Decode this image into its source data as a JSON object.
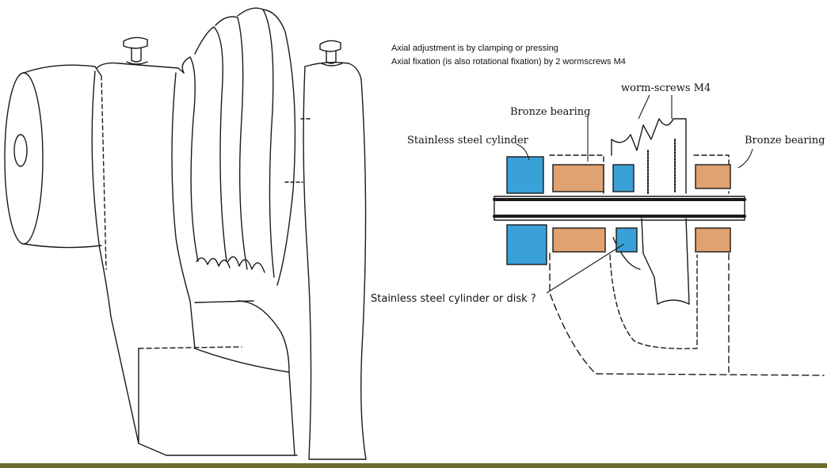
{
  "notes": {
    "line1": "Axial adjustment is by clamping or pressing",
    "line2": "Axial fixation (is also rotational fixation) by 2 wormscrews M4"
  },
  "labels": {
    "worm_screws": "worm-screws M4",
    "bronze_bearing_left": "Bronze bearing",
    "bronze_bearing_right": "Bronze bearing",
    "steel_cylinder": "Stainless steel cylinder",
    "steel_cylinder_or_disk": "Stainless steel cylinder or disk ?"
  },
  "colors": {
    "bronze": "#e0a271",
    "steel_blue": "#3aa1d8",
    "ink": "#1a1a1a",
    "ground_strip": "#6f6a2e"
  }
}
